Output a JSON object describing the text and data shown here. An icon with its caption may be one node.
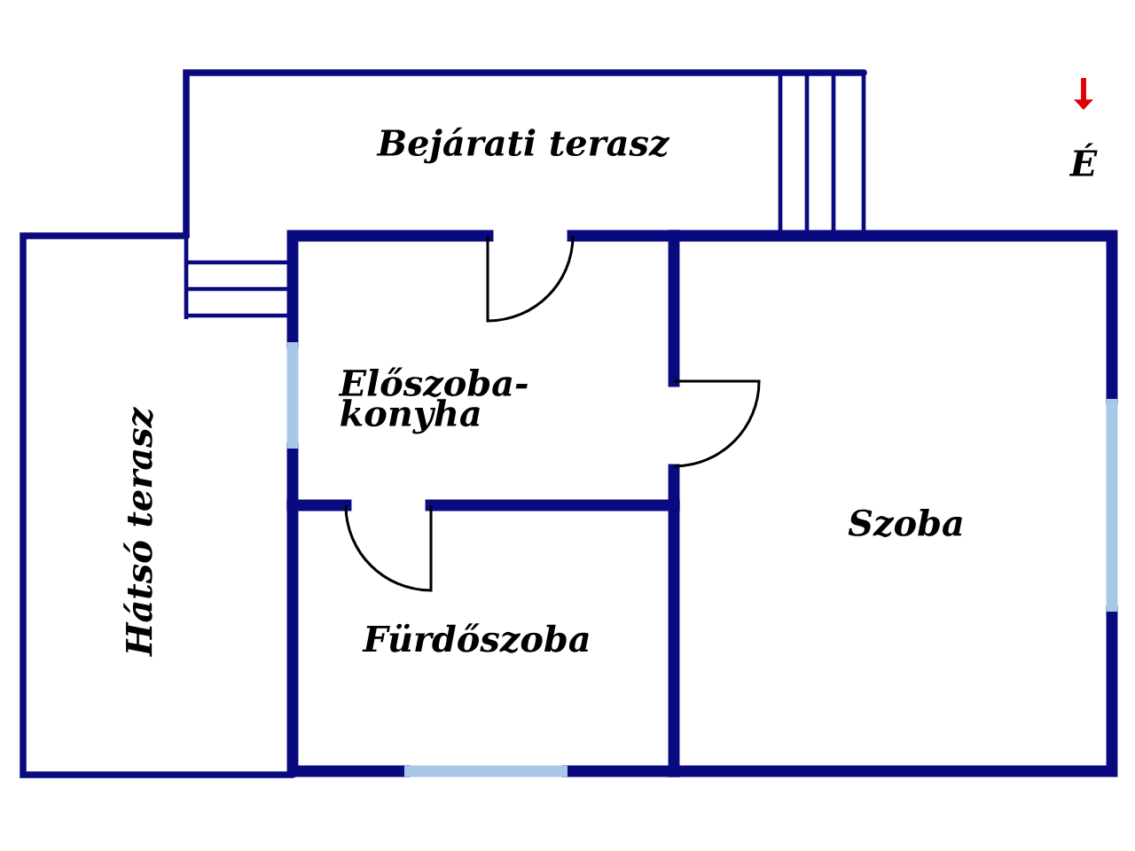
{
  "diagram": {
    "nodes": [
      {
        "text": [
          "Bejárati terasz"
        ]
      },
      {
        "text": [
          "Hátsó terasz"
        ]
      },
      {
        "text": [
          "Előszoba-konyha"
        ]
      },
      {
        "text": [
          "Szoba"
        ]
      },
      {
        "text": [
          "Fürdőszoba"
        ]
      }
    ],
    "labels": [
      "É"
    ]
  }
}
